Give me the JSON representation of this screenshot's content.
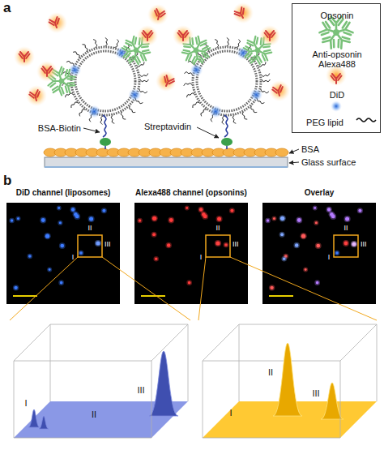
{
  "diagram": {
    "nodes": [
      {
        "text": [
          "DiD channel (liposomes)"
        ]
      },
      {
        "text": [
          "Alexa488 channel (opsonins)"
        ]
      },
      {
        "text": [
          "Overlay"
        ]
      }
    ],
    "labels": [
      "a",
      "BSA-Biotin",
      "Streptavidin",
      "BSA",
      "Glass surface",
      "b",
      "I",
      "II",
      "III",
      "I",
      "II",
      "III",
      "I",
      "II",
      "III",
      "I",
      "II",
      "III",
      "I",
      "II",
      "III"
    ],
    "legend": [
      {
        "text": "Opsonin"
      },
      {
        "text": "Anti-opsonin Alexa488"
      },
      {
        "text": "DiD"
      },
      {
        "text": "PEG lipid"
      }
    ]
  }
}
